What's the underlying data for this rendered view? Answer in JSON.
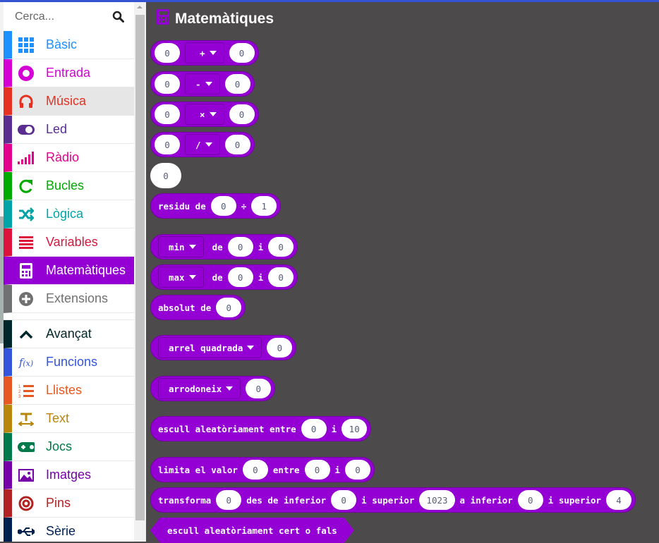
{
  "search": {
    "placeholder": "Cerca..."
  },
  "categories": [
    {
      "label": "Bàsic",
      "icon": "grid-icon",
      "color": "#1e90ff"
    },
    {
      "label": "Entrada",
      "icon": "target-circle-icon",
      "color": "#d400d4"
    },
    {
      "label": "Música",
      "icon": "headphones-icon",
      "color": "#e63022",
      "state": "hover"
    },
    {
      "label": "Led",
      "icon": "toggle-icon",
      "color": "#5c2d91"
    },
    {
      "label": "Ràdio",
      "icon": "signal-bars-icon",
      "color": "#e3008c"
    },
    {
      "label": "Bucles",
      "icon": "refresh-icon",
      "color": "#00aa00"
    },
    {
      "label": "Lògica",
      "icon": "shuffle-icon",
      "color": "#00a4a6"
    },
    {
      "label": "Variables",
      "icon": "list-lines-icon",
      "color": "#dc143c"
    },
    {
      "label": "Matemàtiques",
      "icon": "calculator-icon",
      "color": "#9400d3",
      "state": "selected"
    },
    {
      "label": "Extensions",
      "icon": "plus-circle-icon",
      "color": "#717171"
    }
  ],
  "advanced": [
    {
      "label": "Avançat",
      "icon": "chevron-up-icon",
      "color": "#00272b"
    },
    {
      "label": "Funcions",
      "icon": "function-icon",
      "color": "#3455db"
    },
    {
      "label": "Llistes",
      "icon": "numbered-list-icon",
      "color": "#e65722"
    },
    {
      "label": "Text",
      "icon": "text-icon",
      "color": "#b8860b"
    },
    {
      "label": "Jocs",
      "icon": "gamepad-icon",
      "color": "#007a4b"
    },
    {
      "label": "Imatges",
      "icon": "image-icon",
      "color": "#7600a8"
    },
    {
      "label": "Pins",
      "icon": "pin-target-icon",
      "color": "#b22222"
    },
    {
      "label": "Sèrie",
      "icon": "usb-icon",
      "color": "#002050"
    }
  ],
  "workspace": {
    "title": "Matemàtiques",
    "accent": "#9400d3"
  },
  "blocks": [
    {
      "name": "add-block",
      "parts": [
        {
          "t": "num",
          "v": "0"
        },
        {
          "t": "dd",
          "v": "+",
          "w": true
        },
        {
          "t": "num",
          "v": "0"
        }
      ]
    },
    {
      "name": "subtract-block",
      "parts": [
        {
          "t": "num",
          "v": "0"
        },
        {
          "t": "dd",
          "v": "-"
        },
        {
          "t": "num",
          "v": "0"
        }
      ]
    },
    {
      "name": "multiply-block",
      "parts": [
        {
          "t": "num",
          "v": "0"
        },
        {
          "t": "dd",
          "v": "×",
          "w": true
        },
        {
          "t": "num",
          "v": "0"
        }
      ]
    },
    {
      "name": "divide-block",
      "parts": [
        {
          "t": "num",
          "v": "0"
        },
        {
          "t": "dd",
          "v": "/"
        },
        {
          "t": "num",
          "v": "0"
        }
      ]
    },
    {
      "name": "number-block",
      "solo": true,
      "parts": [
        {
          "t": "lbl",
          "v": "0"
        }
      ]
    },
    {
      "name": "remainder-block",
      "parts": [
        {
          "t": "lbl",
          "v": "residu de"
        },
        {
          "t": "num",
          "v": "0"
        },
        {
          "t": "lbl",
          "v": "÷"
        },
        {
          "t": "num",
          "v": "1"
        }
      ]
    },
    {
      "name": "min-block",
      "parts": [
        {
          "t": "dd",
          "v": "min"
        },
        {
          "t": "lbl",
          "v": "de"
        },
        {
          "t": "num",
          "v": "0"
        },
        {
          "t": "lbl",
          "v": "i"
        },
        {
          "t": "num",
          "v": "0"
        }
      ]
    },
    {
      "name": "max-block",
      "parts": [
        {
          "t": "dd",
          "v": "max"
        },
        {
          "t": "lbl",
          "v": "de"
        },
        {
          "t": "num",
          "v": "0"
        },
        {
          "t": "lbl",
          "v": "i"
        },
        {
          "t": "num",
          "v": "0"
        }
      ]
    },
    {
      "name": "absolute-block",
      "parts": [
        {
          "t": "lbl",
          "v": "absolut de"
        },
        {
          "t": "num",
          "v": "0"
        }
      ]
    },
    {
      "name": "sqrt-block",
      "parts": [
        {
          "t": "dd",
          "v": "arrel quadrada"
        },
        {
          "t": "num",
          "v": "0"
        }
      ]
    },
    {
      "name": "round-block",
      "parts": [
        {
          "t": "dd",
          "v": "arrodoneix"
        },
        {
          "t": "num",
          "v": "0"
        }
      ]
    },
    {
      "name": "random-range-block",
      "parts": [
        {
          "t": "lbl",
          "v": "escull aleatòriament entre"
        },
        {
          "t": "num",
          "v": "0"
        },
        {
          "t": "lbl",
          "v": "i"
        },
        {
          "t": "num",
          "v": "10"
        }
      ]
    },
    {
      "name": "constrain-block",
      "parts": [
        {
          "t": "lbl",
          "v": "limita el valor"
        },
        {
          "t": "num",
          "v": "0"
        },
        {
          "t": "lbl",
          "v": "entre"
        },
        {
          "t": "num",
          "v": "0"
        },
        {
          "t": "lbl",
          "v": "i"
        },
        {
          "t": "num",
          "v": "0"
        }
      ]
    },
    {
      "name": "map-block",
      "parts": [
        {
          "t": "lbl",
          "v": "transforma"
        },
        {
          "t": "num",
          "v": "0"
        },
        {
          "t": "lbl",
          "v": "des de inferior"
        },
        {
          "t": "num",
          "v": "0"
        },
        {
          "t": "lbl",
          "v": "i superior"
        },
        {
          "t": "num",
          "v": "1023"
        },
        {
          "t": "lbl",
          "v": "a inferior"
        },
        {
          "t": "num",
          "v": "0"
        },
        {
          "t": "lbl",
          "v": "i superior"
        },
        {
          "t": "num",
          "v": "4"
        }
      ]
    },
    {
      "name": "random-boolean-block",
      "bool": true,
      "parts": [
        {
          "t": "lbl",
          "v": "escull aleatòriament cert o fals"
        }
      ]
    }
  ]
}
